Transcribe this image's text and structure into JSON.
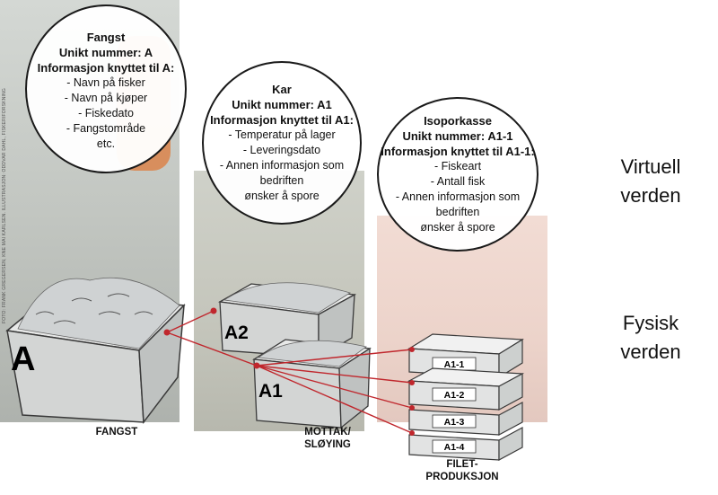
{
  "credit": "FOTO: FRANK GREGERSEN, KNE MAI KARLSEN. ILLUSTRASJON: ODDVAR DAHL, FISKERIFORSKNING",
  "bubbles": {
    "fangst": {
      "title": "Fangst",
      "unique": "Unikt nummer: A",
      "info": "Informasjon knyttet til A:",
      "items": [
        "- Navn på fisker",
        "- Navn på kjøper",
        "- Fiskedato",
        "- Fangstområde",
        "etc."
      ]
    },
    "kar": {
      "title": "Kar",
      "unique": "Unikt nummer: A1",
      "info": "Informasjon knyttet til A1:",
      "items": [
        "- Temperatur på lager",
        "- Leveringsdato",
        "- Annen informasjon som",
        "bedriften",
        "ønsker å spore"
      ]
    },
    "isoporkasse": {
      "title": "Isoporkasse",
      "unique": "Unikt nummer: A1-1",
      "info": "Informasjon knyttet til A1-1:",
      "items": [
        "- Fiskeart",
        "- Antall fisk",
        "- Annen informasjon som",
        "bedriften",
        "ønsker å spore"
      ]
    }
  },
  "labels": {
    "virtual": [
      "Virtuell",
      "verden"
    ],
    "physical": [
      "Fysisk",
      "verden"
    ]
  },
  "boxes": {
    "a": "A",
    "a2": "A2",
    "a1": "A1",
    "crates": [
      "A1-1",
      "A1-2",
      "A1-3",
      "A1-4"
    ]
  },
  "captions": {
    "fangst": "FANGST",
    "mottak": [
      "MOTTAK/",
      "SLØYING"
    ],
    "filet": [
      "FILET-",
      "PRODUKSJON"
    ]
  },
  "colors": {
    "link_line": "#c0272d",
    "box_fill": "#d8dad9",
    "box_edge": "#3a3a3a",
    "crate_fill": "#e7e8e8"
  }
}
